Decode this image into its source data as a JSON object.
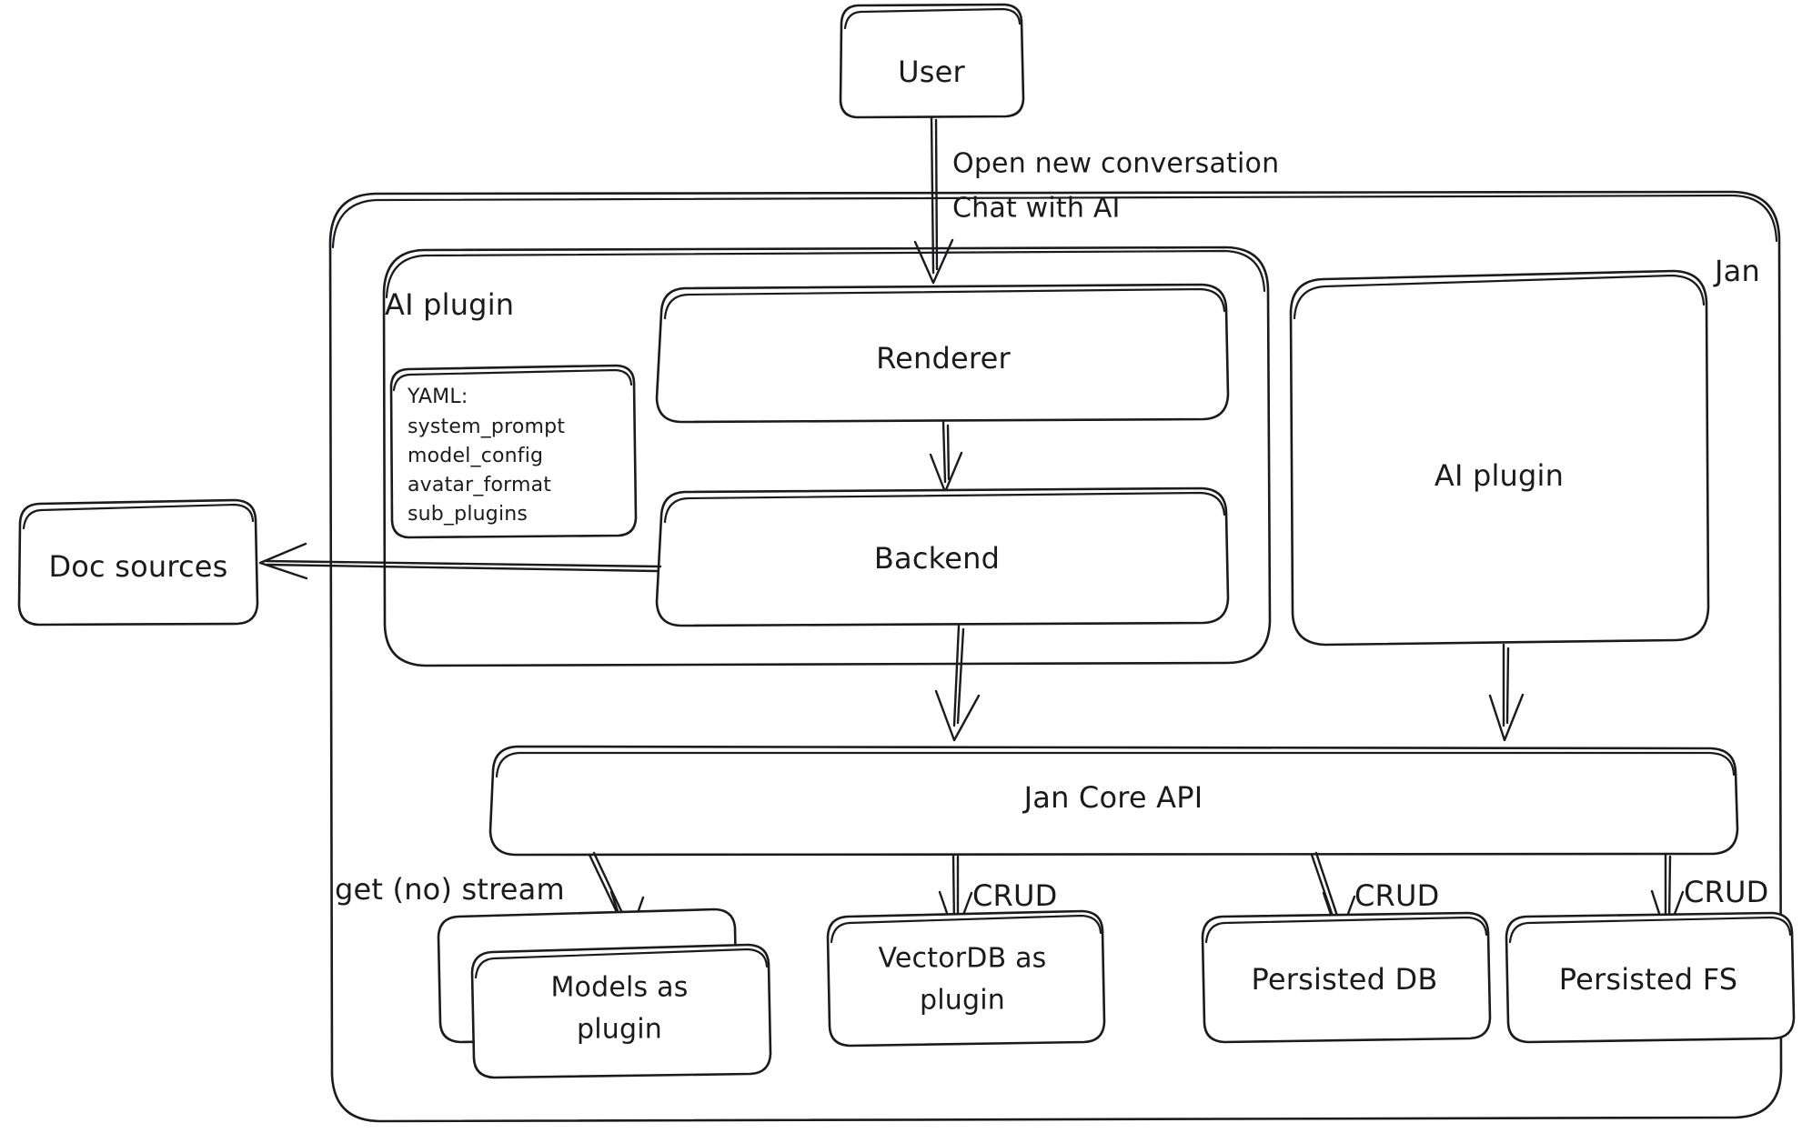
{
  "diagram": {
    "title": "Jan architecture diagram",
    "style": "hand-drawn architecture flow diagram",
    "stroke_color": "#1b1b1f",
    "fill_color": "#ffffff",
    "containers": [
      {
        "id": "jan",
        "label": "Jan"
      },
      {
        "id": "ai-plugin-group",
        "label": "AI plugin"
      }
    ],
    "nodes": [
      {
        "id": "user",
        "label": "User"
      },
      {
        "id": "renderer",
        "label": "Renderer"
      },
      {
        "id": "backend",
        "label": "Backend"
      },
      {
        "id": "yaml",
        "label": "YAML:\nsystem_prompt\nmodel_config\navatar_format\nsub_plugins"
      },
      {
        "id": "ai-plugin-right",
        "label": "AI plugin"
      },
      {
        "id": "doc-sources",
        "label": "Doc sources"
      },
      {
        "id": "jan-core-api",
        "label": "Jan Core API"
      },
      {
        "id": "models-as-plugin",
        "label": "Models as\nplugin"
      },
      {
        "id": "vectordb-as-plugin",
        "label": "VectorDB as\nplugin"
      },
      {
        "id": "persisted-db",
        "label": "Persisted DB"
      },
      {
        "id": "persisted-fs",
        "label": "Persisted FS"
      }
    ],
    "edges": [
      {
        "id": "user-to-renderer",
        "from": "user",
        "to": "renderer",
        "label": "Open new conversation\nChat with AI"
      },
      {
        "id": "renderer-to-backend",
        "from": "renderer",
        "to": "backend",
        "label": ""
      },
      {
        "id": "backend-to-doc-sources",
        "from": "backend",
        "to": "doc-sources",
        "label": ""
      },
      {
        "id": "backend-to-core",
        "from": "backend",
        "to": "jan-core-api",
        "label": ""
      },
      {
        "id": "aiplugin-to-core",
        "from": "ai-plugin-right",
        "to": "jan-core-api",
        "label": ""
      },
      {
        "id": "core-to-models",
        "from": "jan-core-api",
        "to": "models-as-plugin",
        "label": "get (no) stream"
      },
      {
        "id": "core-to-vectordb",
        "from": "jan-core-api",
        "to": "vectordb-as-plugin",
        "label": "CRUD"
      },
      {
        "id": "core-to-persisted-db",
        "from": "jan-core-api",
        "to": "persisted-db",
        "label": "CRUD"
      },
      {
        "id": "core-to-persisted-fs",
        "from": "jan-core-api",
        "to": "persisted-fs",
        "label": "CRUD"
      }
    ],
    "edge_labels": {
      "user_to_renderer_line1": "Open new conversation",
      "user_to_renderer_line2": "Chat with AI",
      "get_no_stream": "get (no) stream",
      "crud_vectordb": "CRUD",
      "crud_persisted_db": "CRUD",
      "crud_persisted_fs": "CRUD"
    },
    "yaml_lines": {
      "l0": "YAML:",
      "l1": "system_prompt",
      "l2": "model_config",
      "l3": "avatar_format",
      "l4": "sub_plugins"
    },
    "node_labels": {
      "user": "User",
      "renderer": "Renderer",
      "backend": "Backend",
      "ai_plugin_group": "AI plugin",
      "ai_plugin_right": "AI plugin",
      "jan": "Jan",
      "doc_sources": "Doc sources",
      "jan_core_api": "Jan Core API",
      "models_l1": "Models as",
      "models_l2": "plugin",
      "vectordb_l1": "VectorDB as",
      "vectordb_l2": "plugin",
      "persisted_db": "Persisted DB",
      "persisted_fs": "Persisted FS"
    }
  }
}
